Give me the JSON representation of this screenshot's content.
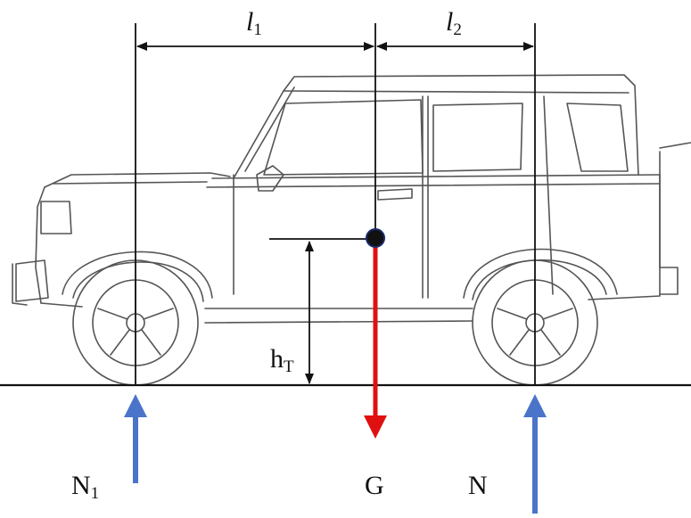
{
  "labels": {
    "l1_base": "l",
    "l1_sub": "1",
    "l2_base": "l",
    "l2_sub": "2",
    "ht_base": "h",
    "ht_sub": "T",
    "n1_base": "N",
    "n1_sub": "1",
    "g": "G",
    "n": "N"
  },
  "colors": {
    "gravity_arrow": "#e01010",
    "normal_force_arrow": "#4a74c9",
    "line": "#111111",
    "vehicle_outline": "#555555"
  }
}
